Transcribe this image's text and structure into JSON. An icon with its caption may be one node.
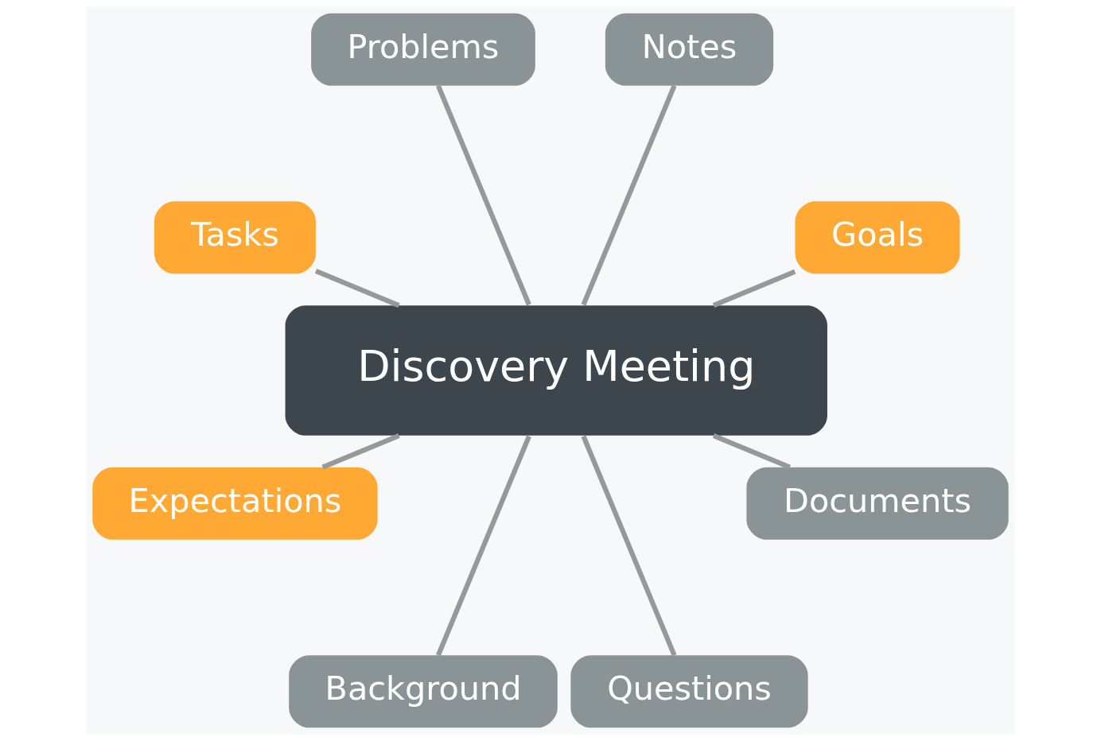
{
  "diagram": {
    "nodes": [
      {
        "text": [
          "Goals"
        ]
      },
      {
        "text": [
          "Notes"
        ]
      },
      {
        "text": [
          "Problems"
        ]
      },
      {
        "text": [
          "Tasks"
        ]
      },
      {
        "text": [
          "Discovery Meeting"
        ]
      },
      {
        "text": [
          "Expectations"
        ]
      },
      {
        "text": [
          "Background"
        ]
      },
      {
        "text": [
          "Questions"
        ]
      },
      {
        "text": [
          "Documents"
        ]
      }
    ],
    "edges": [
      {
        "from": 4,
        "to": 0,
        "arrow": "none"
      },
      {
        "from": 4,
        "to": 1,
        "arrow": "none"
      },
      {
        "from": 4,
        "to": 2,
        "arrow": "none"
      },
      {
        "from": 4,
        "to": 3,
        "arrow": "none"
      },
      {
        "from": 4,
        "to": 5,
        "arrow": "none"
      },
      {
        "from": 4,
        "to": 6,
        "arrow": "none"
      },
      {
        "from": 4,
        "to": 7,
        "arrow": "none"
      },
      {
        "from": 4,
        "to": 8,
        "arrow": "none"
      }
    ]
  }
}
